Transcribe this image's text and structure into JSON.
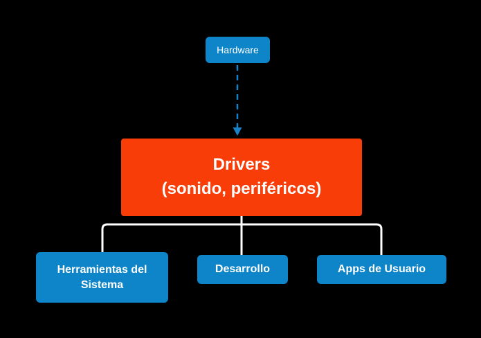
{
  "diagram": {
    "root": {
      "label": "Hardware"
    },
    "main": {
      "label_line1": "Drivers",
      "label_line2": "(sonido, periféricos)"
    },
    "children": [
      {
        "label": "Herramientas del Sistema"
      },
      {
        "label": "Desarrollo"
      },
      {
        "label": "Apps de Usuario"
      }
    ]
  },
  "colors": {
    "background": "#000000",
    "node_blue": "#0d85c8",
    "node_red": "#f93d08",
    "connector_white": "#ffffff",
    "arrow_blue": "#1a80c4",
    "text": "#ffffff"
  }
}
